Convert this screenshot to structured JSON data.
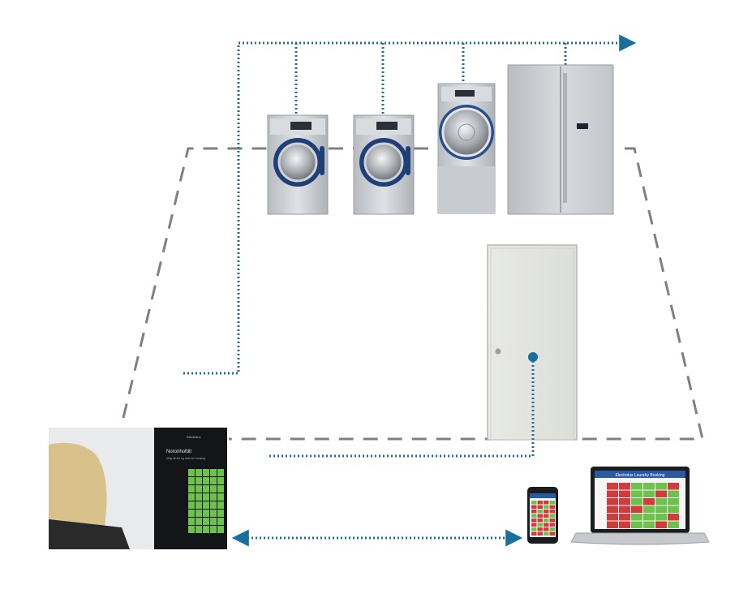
{
  "kiosk": {
    "title": "Noronhofdit",
    "subtitle": "Velg din tid og dato for booking",
    "brand": "Electrolux"
  },
  "laptop_app": {
    "title": "Electrolux Laundry Booking"
  },
  "colors": {
    "network_line": "#1a6f9e",
    "room_outline": "#808080",
    "appliance_body": "#c9ccd0",
    "drum_blue": "#1f3f79",
    "booking_green": "#6cc24a",
    "booking_red": "#d23b3b"
  }
}
